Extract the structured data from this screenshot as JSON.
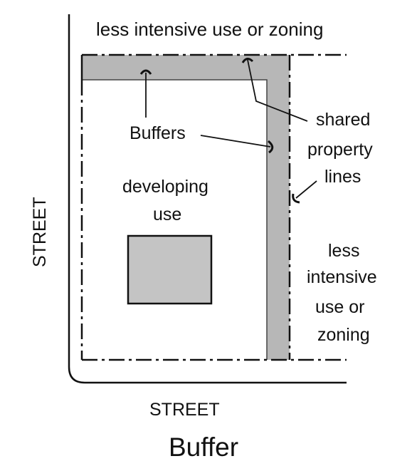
{
  "caption": "Buffer",
  "labels": {
    "top_zone": "less intensive use or zoning",
    "buffers": "Buffers",
    "shared_property_lines": [
      "shared",
      "property",
      "lines"
    ],
    "developing_use": [
      "developing",
      "use"
    ],
    "right_zone": [
      "less",
      "intensive",
      "use or",
      "zoning"
    ],
    "street_left": "STREET",
    "street_bottom": "STREET"
  },
  "colors": {
    "buffer_fill": "#b7b7b7",
    "building_fill": "#c4c4c4",
    "line": "#111111",
    "background": "#ffffff"
  }
}
